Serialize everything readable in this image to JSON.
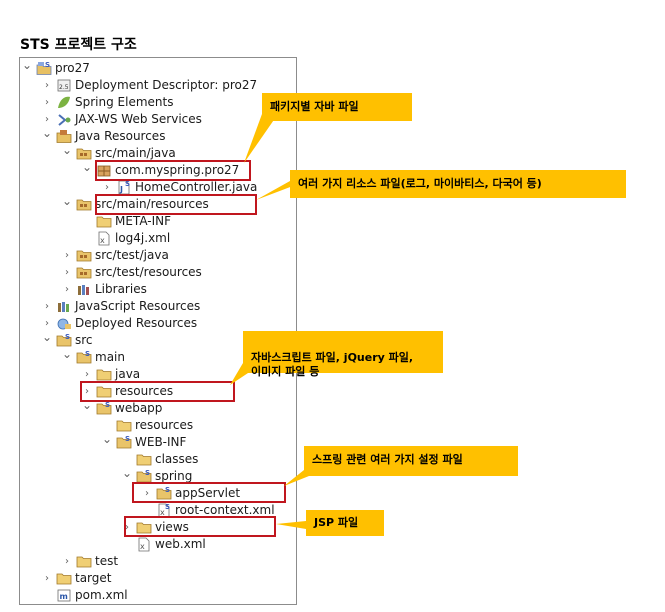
{
  "title": "STS 프로젝트 구조",
  "tree": [
    {
      "label": "pro27",
      "chev": "⌄",
      "icon": "project"
    },
    {
      "label": "Deployment Descriptor: pro27",
      "chev": "›",
      "icon": "dd"
    },
    {
      "label": "Spring Elements",
      "chev": "›",
      "icon": "leaf"
    },
    {
      "label": "JAX-WS Web Services",
      "chev": "›",
      "icon": "jaxws"
    },
    {
      "label": "Java Resources",
      "chev": "⌄",
      "icon": "javares"
    },
    {
      "label": "src/main/java",
      "chev": "⌄",
      "icon": "srcfolder"
    },
    {
      "label": "com.myspring.pro27",
      "chev": "⌄",
      "icon": "package"
    },
    {
      "label": "HomeController.java",
      "chev": "›",
      "icon": "javafile"
    },
    {
      "label": "src/main/resources",
      "chev": "⌄",
      "icon": "srcfolder"
    },
    {
      "label": "META-INF",
      "chev": "",
      "icon": "folder"
    },
    {
      "label": "log4j.xml",
      "chev": "",
      "icon": "xml"
    },
    {
      "label": "src/test/java",
      "chev": "›",
      "icon": "srcfolder"
    },
    {
      "label": "src/test/resources",
      "chev": "›",
      "icon": "srcfolder"
    },
    {
      "label": "Libraries",
      "chev": "›",
      "icon": "library"
    },
    {
      "label": "JavaScript Resources",
      "chev": "›",
      "icon": "jsres"
    },
    {
      "label": "Deployed Resources",
      "chev": "›",
      "icon": "deployed"
    },
    {
      "label": "src",
      "chev": "⌄",
      "icon": "srcfolderS"
    },
    {
      "label": "main",
      "chev": "⌄",
      "icon": "srcfolderS"
    },
    {
      "label": "java",
      "chev": "›",
      "icon": "folder"
    },
    {
      "label": "resources",
      "chev": "›",
      "icon": "folder"
    },
    {
      "label": "webapp",
      "chev": "⌄",
      "icon": "srcfolderS"
    },
    {
      "label": "resources",
      "chev": "",
      "icon": "folder"
    },
    {
      "label": "WEB-INF",
      "chev": "⌄",
      "icon": "srcfolderS"
    },
    {
      "label": "classes",
      "chev": "",
      "icon": "folder"
    },
    {
      "label": "spring",
      "chev": "⌄",
      "icon": "srcfolderS"
    },
    {
      "label": "appServlet",
      "chev": "›",
      "icon": "srcfolderS"
    },
    {
      "label": "root-context.xml",
      "chev": "",
      "icon": "xmlS"
    },
    {
      "label": "views",
      "chev": "›",
      "icon": "folder"
    },
    {
      "label": "web.xml",
      "chev": "",
      "icon": "xml"
    },
    {
      "label": "test",
      "chev": "›",
      "icon": "folder"
    },
    {
      "label": "target",
      "chev": "›",
      "icon": "folder"
    },
    {
      "label": "pom.xml",
      "chev": "",
      "icon": "pom"
    }
  ],
  "callouts": {
    "package": "패키지별 자바 파일",
    "resources": "여러 가지 리소스 파일(로그, 마이바티스, 다국어 등)",
    "js": "자바스크립트 파일, jQuery 파일,\n이미지 파일 등",
    "spring": "스프링 관련 여러 가지 설정 파일",
    "jsp": "JSP 파일"
  },
  "colors": {
    "highlight": "#c0161e",
    "callout": "#ffc000",
    "folder": "#e7c063",
    "srcfolder": "#d9a441"
  }
}
